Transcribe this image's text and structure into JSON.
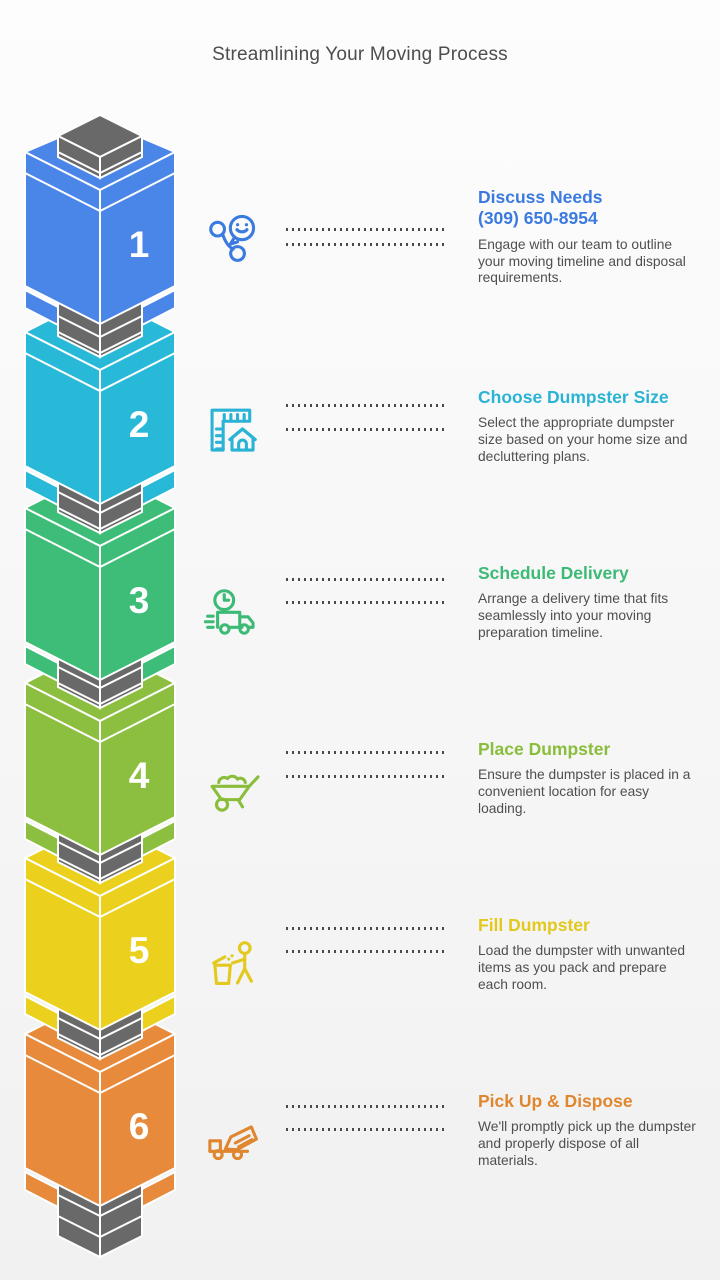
{
  "title": "Streamlining Your Moving Process",
  "tower": {
    "gray": "#696969",
    "number_color": "#ffffff"
  },
  "colors": {
    "background_top": "#fdfdfd",
    "background_bottom": "#f1f1f1",
    "title_text": "#4d4d4d",
    "body_text": "#4f4f4f",
    "dotted_line": "#4a4a4a"
  },
  "steps": [
    {
      "number": "1",
      "title": "Discuss Needs",
      "phone": "(309) 650-8954",
      "description": "Engage with our team to outline your moving timeline and disposal requirements.",
      "color": "#3b7adf",
      "block_color": "#4a86e8",
      "icon": "phone-smiley-icon"
    },
    {
      "number": "2",
      "title": "Choose Dumpster Size",
      "description": "Select the appropriate dumpster size based on your home size and decluttering plans.",
      "color": "#2ab3d5",
      "block_color": "#29b9d8",
      "icon": "ruler-house-icon"
    },
    {
      "number": "3",
      "title": "Schedule Delivery",
      "description": "Arrange a delivery time that fits seamlessly into your moving preparation timeline.",
      "color": "#3cba76",
      "block_color": "#3ebd78",
      "icon": "delivery-truck-clock-icon"
    },
    {
      "number": "4",
      "title": "Place Dumpster",
      "description": "Ensure the dumpster is placed in a convenient location for easy loading.",
      "color": "#8abd3b",
      "block_color": "#8cbf3f",
      "icon": "wheelbarrow-icon"
    },
    {
      "number": "5",
      "title": "Fill Dumpster",
      "description": "Load the dumpster with unwanted items as you pack and prepare each room.",
      "color": "#e3c91d",
      "block_color": "#ebd11e",
      "icon": "person-trash-bin-icon"
    },
    {
      "number": "6",
      "title": "Pick Up & Dispose",
      "description": "We'll promptly pick up the dumpster and properly dispose of all materials.",
      "color": "#e0862e",
      "block_color": "#e78a3c",
      "icon": "dump-truck-icon"
    }
  ]
}
